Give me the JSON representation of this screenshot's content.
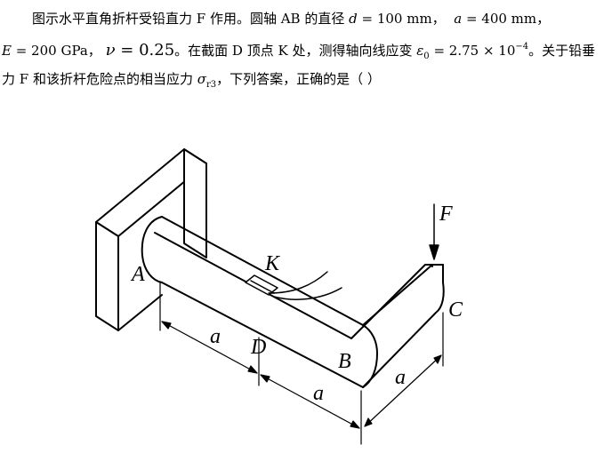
{
  "problem": {
    "line1": {
      "text_a": "图示水平直角折杆受铅直力 F 作用。圆轴 AB 的直径 ",
      "d_sym": "d",
      "d_val": " = 100 mm，",
      "a_sym": "a",
      "a_val": " = 400 mm，"
    },
    "line2": {
      "E_sym": "E",
      "E_val": " = 200 GPa，",
      "nu_sym": "ν",
      "nu_val": " = 0.25",
      "text_b": "。在截面 D 顶点 K 处，测得轴向线应变 ",
      "eps_sym": "ε",
      "eps_sub": "0",
      "eps_val": " = 2.75 × 10",
      "eps_exp": "−4",
      "text_c": "。关于铅垂"
    },
    "line3": {
      "text_a": "力 F 和该折杆危险点的相当应力 ",
      "sigma_sym": "σ",
      "sigma_sub": "r3",
      "text_b": "，下列答案，正确的是（ ）"
    }
  },
  "figure": {
    "labels": {
      "F": "F",
      "K": "K",
      "A": "A",
      "B": "B",
      "C": "C",
      "D": "D",
      "a1": "a",
      "a2": "a",
      "a3": "a"
    }
  }
}
